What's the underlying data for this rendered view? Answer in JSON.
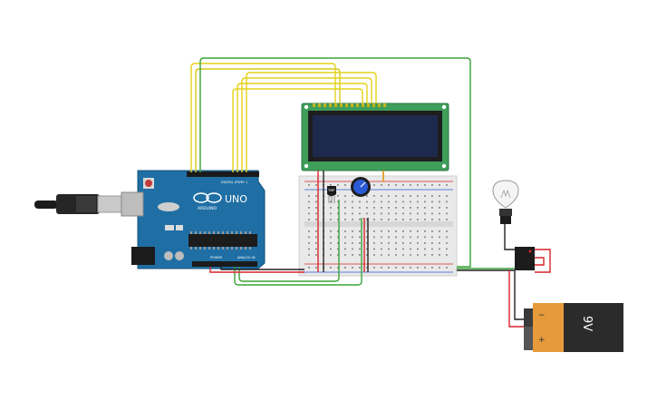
{
  "arduino": {
    "model": "UNO",
    "brand": "ARDUINO",
    "digital_label": "DIGITAL (PWM~)",
    "power_label": "POWER",
    "analog_label": "ANALOG IN"
  },
  "battery": {
    "voltage_label": "9V",
    "minus_label": "−",
    "plus_label": "+"
  },
  "sensor": {
    "label": "TMP"
  },
  "colors": {
    "board": "#1f6fa5",
    "board_dark": "#175a87",
    "lcd_pcb": "#3f9e5a",
    "lcd_screen": "#1e2a4d",
    "wire_yellow": "#e4d21a",
    "wire_green": "#3aa33a",
    "wire_red": "#d9242a",
    "wire_black": "#222222",
    "breadboard": "#e9e9e9",
    "battery_orange": "#e59a3b",
    "battery_black": "#2b2b2b"
  }
}
